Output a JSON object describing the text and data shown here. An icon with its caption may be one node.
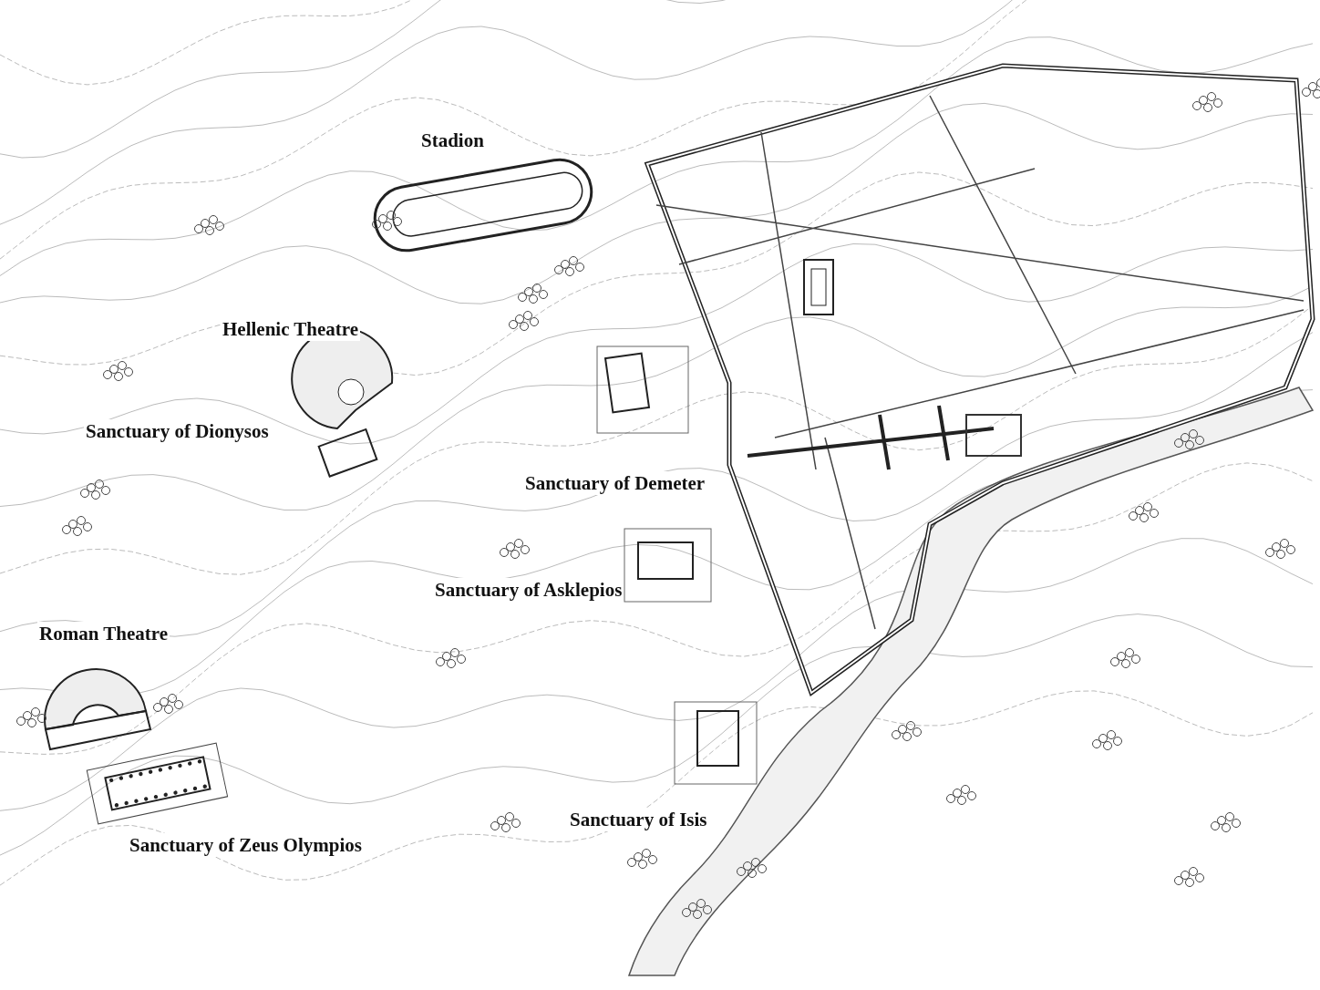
{
  "diagram": {
    "labels": [
      "Stadion",
      "Hellenic Theatre",
      "Sanctuary of Dionysos",
      "Sanctuary of Demeter",
      "Sanctuary of Asklepios",
      "Roman Theatre",
      "Sanctuary of Isis",
      "Sanctuary of Zeus Olympios"
    ]
  }
}
